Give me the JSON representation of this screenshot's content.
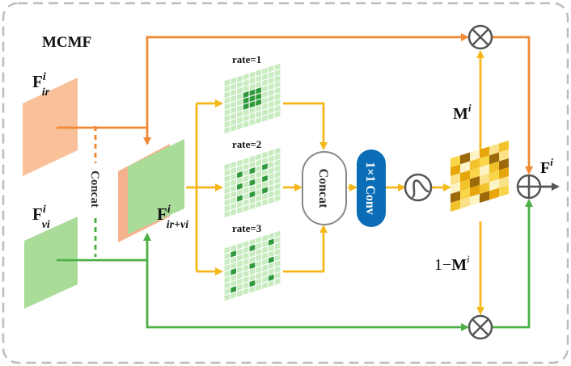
{
  "title": "MCMF",
  "inputs": {
    "ir": {
      "main": "F",
      "sup": "i",
      "sub": "ir"
    },
    "vi": {
      "main": "F",
      "sup": "i",
      "sub": "vi"
    },
    "fused": {
      "main": "F",
      "sup": "i",
      "sub": "ir+vi"
    }
  },
  "concat_left": "Concat",
  "rates": [
    "rate=1",
    "rate=2",
    "rate=3"
  ],
  "concat_node": "Concat",
  "conv_node": "1×1 Conv",
  "mask": {
    "main": "M",
    "sup": "i"
  },
  "inv_mask": {
    "prefix": "1−",
    "main": "M",
    "sup": "i"
  },
  "output": {
    "main": "F",
    "sup": "i"
  },
  "colors": {
    "ir_orange": "#f08a35",
    "vi_green": "#4caf45",
    "flow_yellow": "#f5b71a",
    "conv_blue": "#0b6db5",
    "grid_light": "#c8ecc0",
    "grid_dark": "#2e9a3a",
    "frame_gray": "#bdbdbd"
  },
  "icons": [
    "multiply-circle-icon",
    "plus-circle-icon",
    "sigmoid-circle-icon"
  ]
}
